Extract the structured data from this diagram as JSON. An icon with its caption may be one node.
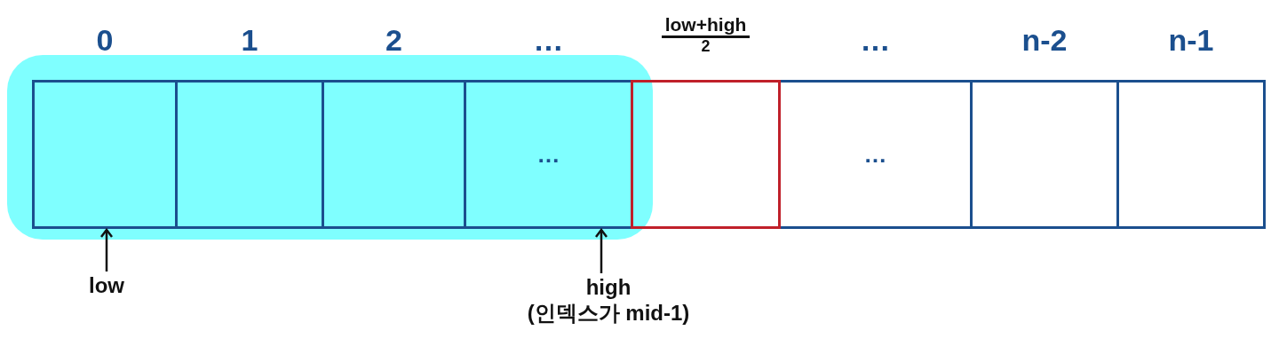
{
  "diagram": {
    "nodes": [
      {
        "text": [],
        "shape": "box"
      },
      {
        "text": [],
        "shape": "box",
        "in": 0,
        "beside": [
          "0"
        ]
      },
      {
        "text": [],
        "shape": "box",
        "in": 0,
        "beside": [
          "1"
        ]
      },
      {
        "text": [],
        "shape": "box",
        "in": 0,
        "beside": [
          "2"
        ]
      },
      {
        "text": [
          "…"
        ],
        "in": 0,
        "beside": [
          "…"
        ]
      },
      {
        "text": [],
        "shape": "box",
        "beside": [
          "low+high",
          "2"
        ]
      },
      {
        "text": [
          "…"
        ],
        "beside": [
          "…"
        ]
      },
      {
        "text": [],
        "shape": "box",
        "beside": [
          "n-2"
        ]
      },
      {
        "text": [],
        "shape": "box",
        "beside": [
          "n-1"
        ]
      },
      {
        "text": [
          "low"
        ]
      },
      {
        "text": [
          "high",
          "(인덱스가 mid-1)"
        ]
      }
    ],
    "edges": [
      {
        "from": 9,
        "to": 1,
        "arrow": "to"
      },
      {
        "from": 10,
        "to": 4,
        "arrow": "to"
      }
    ]
  }
}
